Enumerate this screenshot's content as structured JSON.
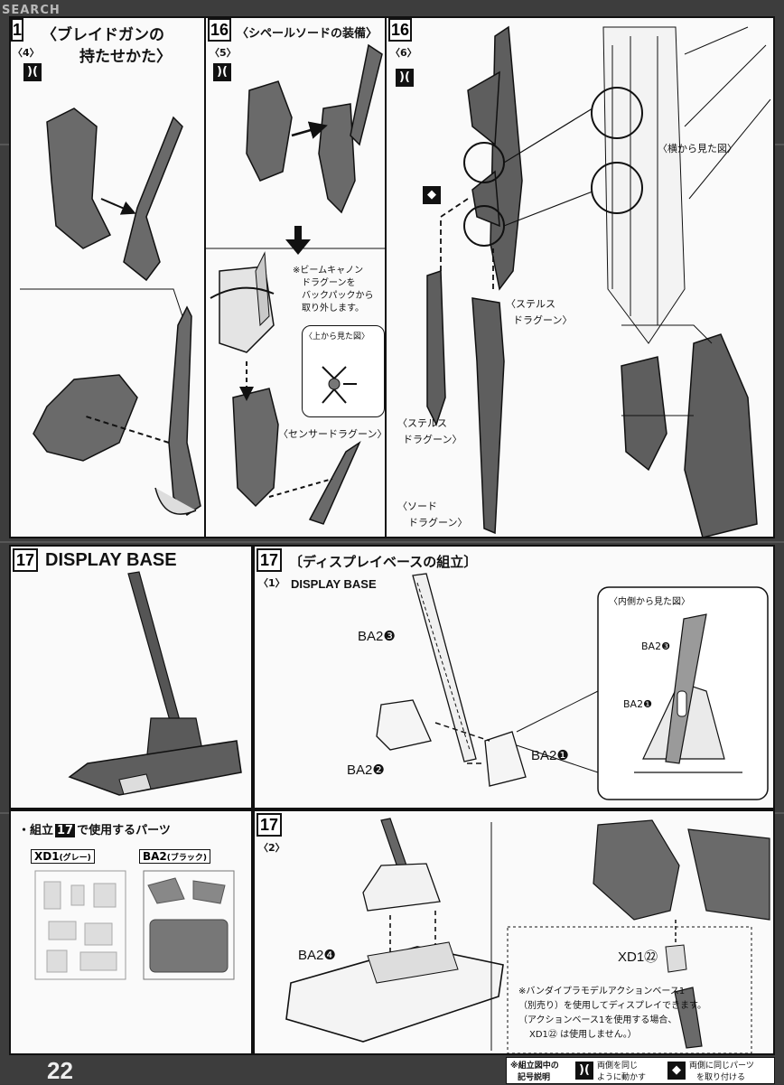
{
  "watermark": "SEARCH",
  "page_number": "22",
  "panels": {
    "blade": {
      "step": "1",
      "sub": "〈4〉",
      "title_line1": "〈ブレイドガンの",
      "title_line2": "持たせかた〉"
    },
    "equip": {
      "step": "16",
      "sub": "〈5〉",
      "title": "〈シペールソードの装備〉",
      "note_lines": [
        "※ビームキャノン",
        "ドラグーンを",
        "バックパックから",
        "取り外します。"
      ],
      "top_view": "〈上から見た図〉",
      "sensor": "〈センサードラグーン〉"
    },
    "dragoon": {
      "step": "16",
      "sub": "〈6〉",
      "side_view": "〈横から見た図〉",
      "stealth1_l1": "〈ステルス",
      "stealth1_l2": "ドラグーン〉",
      "stealth2_l1": "〈ステルス",
      "stealth2_l2": "ドラグーン〉",
      "sword_l1": "〈ソード",
      "sword_l2": "ドラグーン〉"
    },
    "display_base": {
      "step": "17",
      "title": "DISPLAY BASE"
    },
    "assembly1": {
      "step": "17",
      "sub": "〈1〉",
      "title": "〔ディスプレイベースの組立〕",
      "subtitle": "DISPLAY BASE",
      "inner_view": "〈内側から見た図〉",
      "ba2_3": "BA2❸",
      "ba2_2": "BA2❷",
      "ba2_1": "BA2❶",
      "inset_ba2_3": "BA2❸",
      "inset_ba2_1": "BA2❶"
    },
    "parts": {
      "label_prefix": "・組立",
      "label_step": "17",
      "label_suffix": "で使用するパーツ",
      "xd1": "XD1",
      "xd1_color": "(グレー)",
      "ba2": "BA2",
      "ba2_color": "(ブラック)"
    },
    "assembly2": {
      "step": "17",
      "sub": "〈2〉",
      "ba2_4": "BA2❹",
      "xd1_22": "XD1㉒",
      "note_lines": [
        "※バンダイプラモデルアクションベース1",
        "（別売り）を使用してディスプレイできます。",
        "（アクションベース1を使用する場合、",
        "XD1㉒ は使用しません。）"
      ]
    }
  },
  "legend": {
    "title_l1": "※組立図中の",
    "title_l2": "記号説明",
    "item1_l1": "両側を同じ",
    "item1_l2": "ように動かす",
    "item2_l1": "両側に同じパーツ",
    "item2_l2": "を取り付ける"
  }
}
